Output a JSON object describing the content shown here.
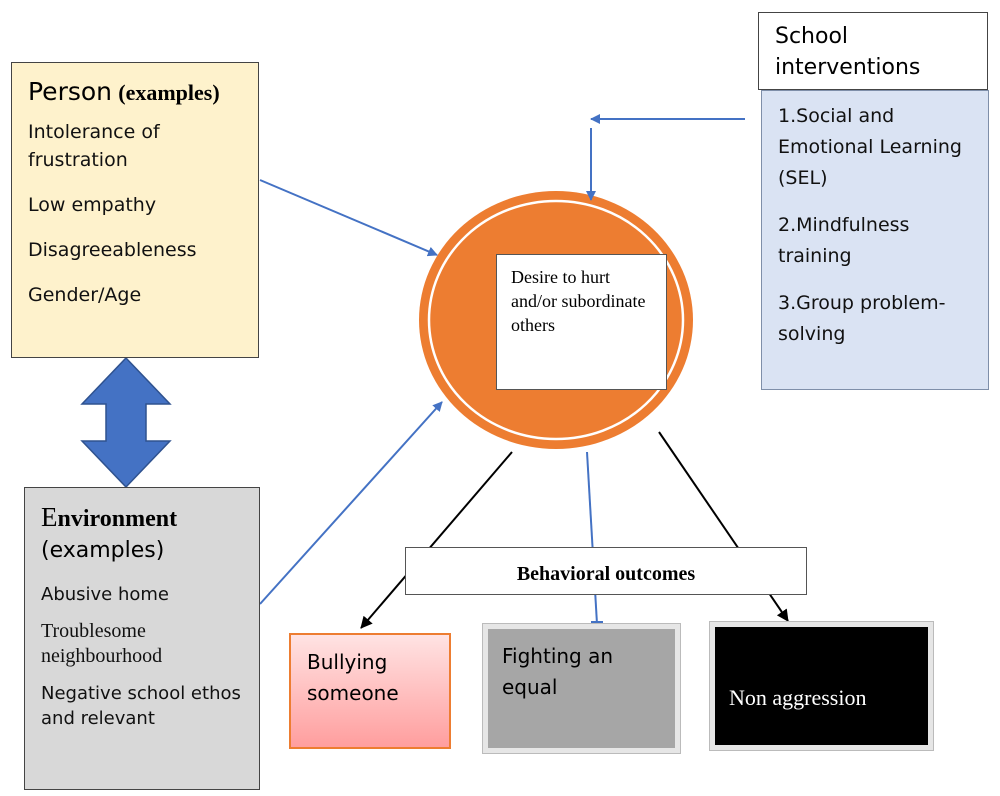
{
  "person": {
    "title_main": "Person",
    "title_paren": "(examples)",
    "items": [
      "Intolerance of frustration",
      "Low empathy",
      "Disagreeableness",
      "Gender/Age"
    ]
  },
  "environment": {
    "title_first": "E",
    "title_rest": "nvironment",
    "subtitle": "(examples)",
    "items": [
      "Abusive home",
      "Troublesome neighbourhood",
      "Negative school ethos and relevant"
    ]
  },
  "school": {
    "title": "School interventions",
    "items": [
      "1.Social and Emotional Learning (SEL)",
      "2.Mindfulness training",
      "3.Group problem-solving"
    ]
  },
  "center": {
    "text": "Desire to hurt and/or subordinate others"
  },
  "outcomes": {
    "label": "Behavioral outcomes",
    "bullying": "Bullying someone",
    "fighting": "Fighting an equal",
    "non_aggression": "Non aggression"
  },
  "colors": {
    "ellipse": "#ed7d31",
    "arrow_blue": "#4472c4",
    "person_bg": "#fef2cc",
    "school_bg": "#dae3f3",
    "env_bg": "#d8d8d8"
  }
}
